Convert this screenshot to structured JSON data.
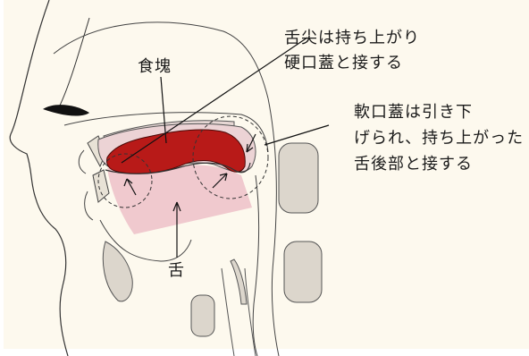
{
  "labels": {
    "food_bolus": "食塊",
    "tongue": "舌",
    "tongue_tip": [
      "舌尖は持ち上がり",
      "硬口蓋と接する"
    ],
    "soft_palate": [
      "軟口蓋は引き下",
      "げられ、持ち上がった",
      "舌後部と接する"
    ]
  },
  "colors": {
    "page": "#fdf9ee",
    "bolus": "#b81a18",
    "tongue": "#efc6cb",
    "bone": "#dcd6cc",
    "line": "#333333"
  }
}
